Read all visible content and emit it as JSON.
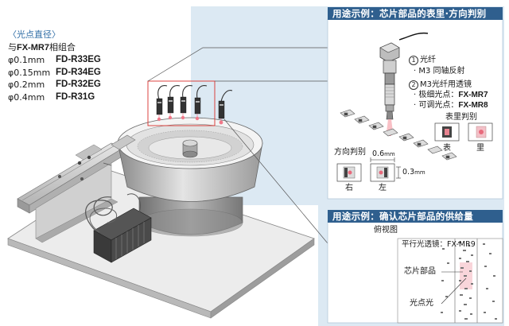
{
  "spot_spec": {
    "title": "〈光点直径〉",
    "combo_prefix": "与",
    "combo_model": "FX-MR7",
    "combo_suffix": "相组合",
    "rows": [
      {
        "diameter": "φ0.1mm",
        "model": "FD-R33EG"
      },
      {
        "diameter": "φ0.15mm",
        "model": "FD-R34EG"
      },
      {
        "diameter": "φ0.2mm",
        "model": "FD-R32EG"
      },
      {
        "diameter": "φ0.4mm",
        "model": "FD-R31G"
      }
    ]
  },
  "panel_top": {
    "header": "用途示例：芯片部品的表里·方向判别",
    "label1_num": "1",
    "label1": "光纤",
    "label1_sub": "· M3 同轴反射",
    "label2_num": "2",
    "label2": "M3光纤用透镜",
    "label2_line1": "· 极细光点：",
    "label2_model1": "FX-MR7",
    "label2_line2": "· 可调光点：",
    "label2_model2": "FX-MR8",
    "front_back_title": "表里判别",
    "front": "表",
    "back": "里",
    "direction_title": "方向判别",
    "dim_width": "0.6",
    "dim_height": "0.3",
    "dim_unit": "mm",
    "right": "右",
    "left": "左"
  },
  "panel_bottom": {
    "header": "用途示例：确认芯片部品的供给量",
    "view": "俯视图",
    "lens": "平行光透镜：FX-MR9",
    "chip": "芯片部品",
    "beam": "光点光"
  },
  "colors": {
    "header_bg": "#2f5f8e",
    "panel_bg": "#dce9f3",
    "callout_red": "#d9302c",
    "spot_pink": "#f07a8a"
  }
}
